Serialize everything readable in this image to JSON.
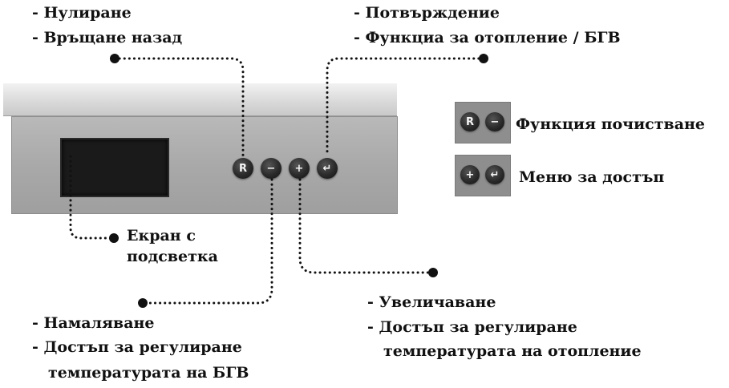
{
  "labels": {
    "reset": [
      "- Нулиране",
      "- Връщане назад"
    ],
    "confirm": [
      "- Потвърждение",
      "- Функциа за отопление / БГВ"
    ],
    "cleaning": "Функция почистване",
    "access_menu": "Меню за достъп",
    "screen": [
      "Екран с",
      "подсветка"
    ],
    "decrease": [
      "- Намаляване",
      "- Достъп за регулиране",
      "температурата на  БГВ"
    ],
    "increase": [
      "- Увеличаване",
      "- Достъп за регулиране",
      "температурата на  отопление"
    ]
  },
  "buttons": {
    "reset": "R",
    "minus": "−",
    "plus": "+",
    "enter": "↵"
  },
  "colors": {
    "panel": "#a9a9a9",
    "button": "#2a2a2a",
    "text": "#111111"
  }
}
